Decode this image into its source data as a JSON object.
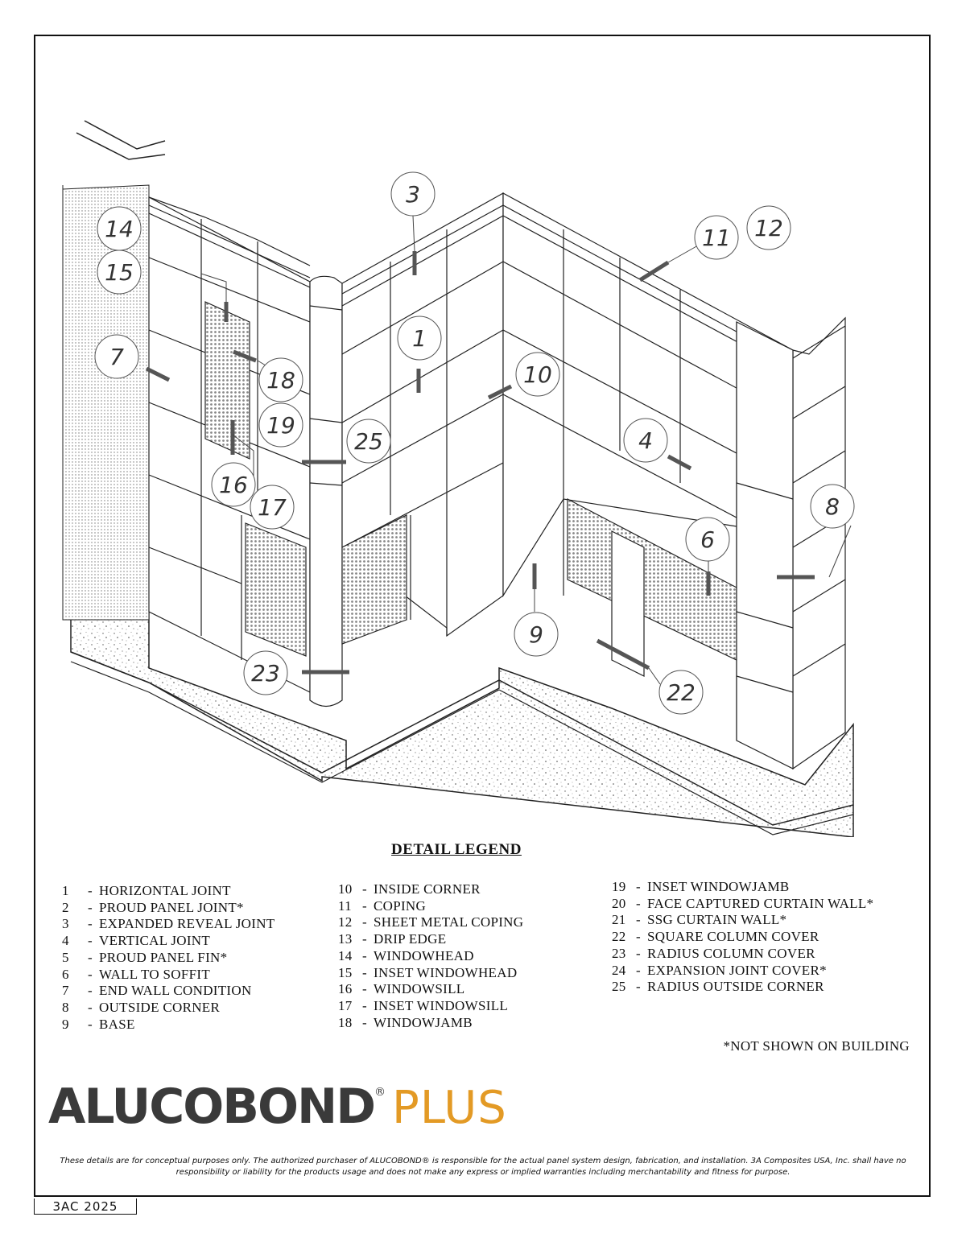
{
  "callouts": [
    {
      "num": "1"
    },
    {
      "num": "3"
    },
    {
      "num": "4"
    },
    {
      "num": "6"
    },
    {
      "num": "7"
    },
    {
      "num": "8"
    },
    {
      "num": "9"
    },
    {
      "num": "10"
    },
    {
      "num": "11"
    },
    {
      "num": "12"
    },
    {
      "num": "14"
    },
    {
      "num": "15"
    },
    {
      "num": "16"
    },
    {
      "num": "17"
    },
    {
      "num": "18"
    },
    {
      "num": "19"
    },
    {
      "num": "22"
    },
    {
      "num": "23"
    },
    {
      "num": "25"
    }
  ],
  "legend": {
    "title": "DETAIL LEGEND",
    "col1": [
      {
        "num": "1",
        "label": "HORIZONTAL JOINT"
      },
      {
        "num": "2",
        "label": "PROUD PANEL JOINT*"
      },
      {
        "num": "3",
        "label": "EXPANDED REVEAL JOINT"
      },
      {
        "num": "4",
        "label": "VERTICAL JOINT"
      },
      {
        "num": "5",
        "label": "PROUD PANEL FIN*"
      },
      {
        "num": "6",
        "label": "WALL TO SOFFIT"
      },
      {
        "num": "7",
        "label": "END WALL CONDITION"
      },
      {
        "num": "8",
        "label": "OUTSIDE CORNER"
      },
      {
        "num": "9",
        "label": "BASE"
      }
    ],
    "col2": [
      {
        "num": "10",
        "label": "INSIDE CORNER"
      },
      {
        "num": "11",
        "label": "COPING"
      },
      {
        "num": "12",
        "label": "SHEET METAL COPING"
      },
      {
        "num": "13",
        "label": "DRIP EDGE"
      },
      {
        "num": "14",
        "label": "WINDOWHEAD"
      },
      {
        "num": "15",
        "label": "INSET WINDOWHEAD"
      },
      {
        "num": "16",
        "label": "WINDOWSILL"
      },
      {
        "num": "17",
        "label": "INSET WINDOWSILL"
      },
      {
        "num": "18",
        "label": "WINDOWJAMB"
      }
    ],
    "col3": [
      {
        "num": "19",
        "label": "INSET WINDOWJAMB"
      },
      {
        "num": "20",
        "label": "FACE CAPTURED CURTAIN WALL*"
      },
      {
        "num": "21",
        "label": "SSG CURTAIN WALL*"
      },
      {
        "num": "22",
        "label": "SQUARE COLUMN COVER"
      },
      {
        "num": "23",
        "label": "RADIUS COLUMN COVER"
      },
      {
        "num": "24",
        "label": "EXPANSION JOINT COVER*"
      },
      {
        "num": "25",
        "label": "RADIUS OUTSIDE CORNER"
      }
    ],
    "separator": "-",
    "note": "*NOT SHOWN ON BUILDING"
  },
  "logo": {
    "brand": "ALUCOBOND",
    "reg": "®",
    "plus": "PLUS",
    "brand_color": "#3a3a3a",
    "plus_color": "#e39a25"
  },
  "disclaimer": "These details are for conceptual purposes only.  The authorized purchaser of ALUCOBOND® is responsible for the actual panel system design, fabrication, and installation.  3A Composites USA, Inc. shall have no responsibility or liability for the products usage and does not make any express or implied warranties including merchantability and fitness for purpose.",
  "stamp": "3AC  2025"
}
